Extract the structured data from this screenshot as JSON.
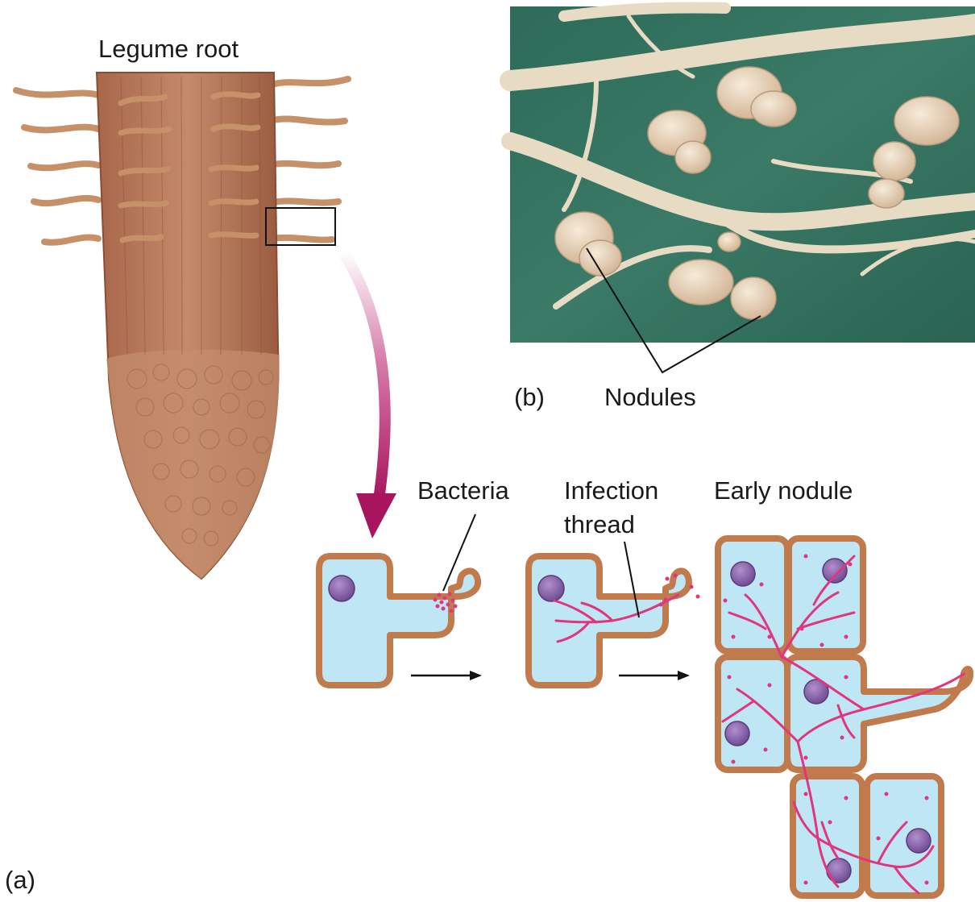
{
  "labels": {
    "legume_root": "Legume root",
    "panel_a": "(a)",
    "panel_b": "(b)",
    "nodules": "Nodules",
    "bacteria": "Bacteria",
    "infection_thread_line1": "Infection",
    "infection_thread_line2": "thread",
    "early_nodule": "Early nodule"
  },
  "colors": {
    "root_main": "#b57a5a",
    "root_hair": "#c69068",
    "cell_wall": "#c07a4c",
    "cytoplasm": "#bfe6f5",
    "nucleus": "#8a64a8",
    "bacteria": "#e0367e",
    "arrow_magenta": "#b0226a",
    "photo_background": "#2f6e5a",
    "photo_root": "#e7dcc3"
  }
}
